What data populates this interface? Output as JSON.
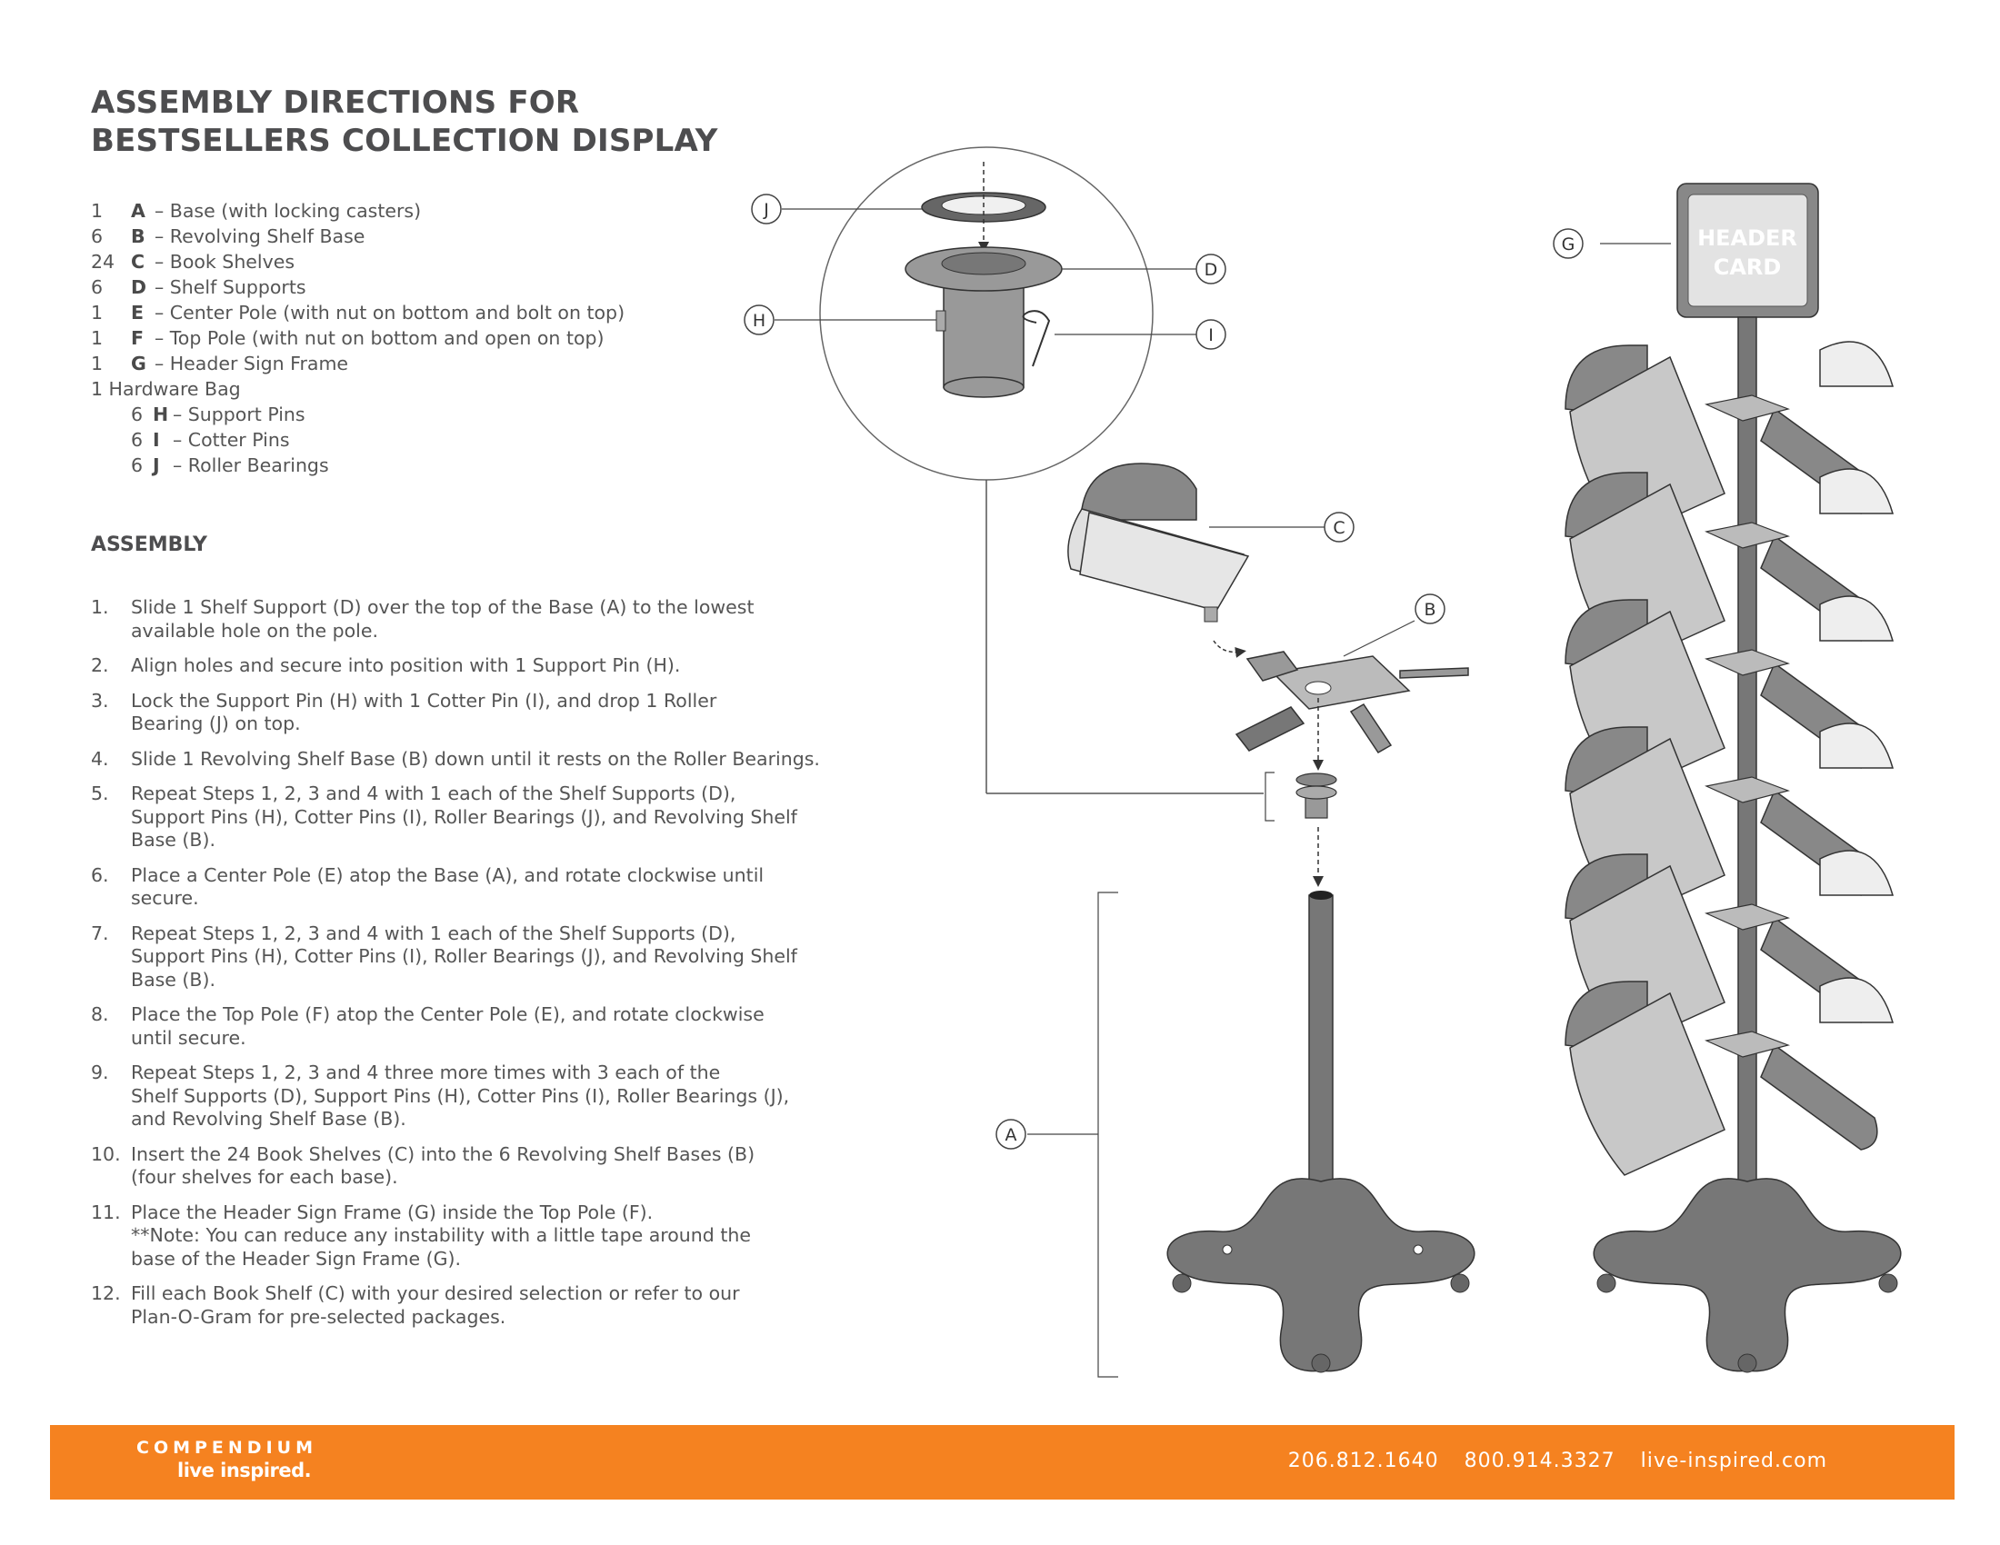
{
  "document": {
    "title_line1": "ASSEMBLY DIRECTIONS FOR",
    "title_line2": "BESTSELLERS COLLECTION DISPLAY"
  },
  "parts": [
    {
      "qty": "1",
      "code": "A",
      "desc": "– Base (with locking casters)"
    },
    {
      "qty": "6",
      "code": "B",
      "desc": "– Revolving Shelf Base"
    },
    {
      "qty": "24",
      "code": "C",
      "desc": "– Book Shelves"
    },
    {
      "qty": "6",
      "code": "D",
      "desc": "– Shelf Supports"
    },
    {
      "qty": "1",
      "code": "E",
      "desc": "– Center Pole (with nut on bottom and bolt on top)"
    },
    {
      "qty": "1",
      "code": "F",
      "desc": "– Top Pole (with nut on bottom and open on top)"
    },
    {
      "qty": "1",
      "code": "G",
      "desc": "– Header Sign Frame"
    }
  ],
  "hardware_bag": "1 Hardware Bag",
  "hardware": [
    {
      "qty": "6",
      "code": "H",
      "desc": "– Support Pins"
    },
    {
      "qty": "6",
      "code": "I",
      "desc": "– Cotter Pins"
    },
    {
      "qty": "6",
      "code": "J",
      "desc": "– Roller Bearings"
    }
  ],
  "assembly_heading": "ASSEMBLY",
  "steps": [
    {
      "num": "1.",
      "text": "Slide 1 Shelf Support (D) over the top of the Base (A) to the lowest\navailable hole on the pole."
    },
    {
      "num": "2.",
      "text": "Align holes and secure into position with 1 Support Pin (H)."
    },
    {
      "num": "3.",
      "text": "Lock the Support Pin (H) with 1 Cotter Pin (I), and drop 1 Roller\nBearing (J) on top."
    },
    {
      "num": "4.",
      "text": "Slide 1 Revolving Shelf Base (B) down until it rests on the Roller Bearings."
    },
    {
      "num": "5.",
      "text": "Repeat Steps 1, 2, 3 and 4 with 1 each of the Shelf Supports (D),\nSupport Pins (H), Cotter Pins (I), Roller Bearings (J), and Revolving Shelf\nBase (B)."
    },
    {
      "num": "6.",
      "text": "Place a Center Pole (E) atop the Base (A), and rotate clockwise until secure."
    },
    {
      "num": "7.",
      "text": "Repeat Steps 1, 2, 3 and 4 with 1 each of the Shelf Supports (D),\nSupport Pins (H), Cotter Pins (I), Roller Bearings (J), and Revolving Shelf\nBase (B)."
    },
    {
      "num": "8.",
      "text": "Place the Top Pole (F) atop the Center Pole (E), and rotate clockwise\nuntil secure."
    },
    {
      "num": "9.",
      "text": "Repeat Steps 1, 2, 3 and 4 three more times with 3 each of the\nShelf Supports (D), Support Pins (H), Cotter Pins (I), Roller Bearings (J),\nand Revolving Shelf Base (B)."
    },
    {
      "num": "10.",
      "text": "Insert the 24 Book Shelves (C) into the 6 Revolving Shelf Bases (B)\n(four shelves for each base)."
    },
    {
      "num": "11.",
      "text": "Place the Header Sign Frame (G) inside the Top Pole (F).\n**Note: You can reduce any instability with a little tape around the\nbase of the Header Sign Frame (G)."
    },
    {
      "num": "12.",
      "text": "Fill each Book Shelf (C) with your desired selection or refer to our\nPlan-O-Gram for pre-selected packages."
    }
  ],
  "diagram": {
    "labels": {
      "j": "J",
      "h": "H",
      "d": "D",
      "i": "I",
      "c": "C",
      "b": "B",
      "a": "A",
      "g": "G"
    },
    "header_card_line1": "HEADER",
    "header_card_line2": "CARD"
  },
  "footer": {
    "brand": "COMPENDIUM",
    "tagline": "live inspired.",
    "phone1": "206.812.1640",
    "phone2": "800.914.3327",
    "website": "live-inspired.com",
    "background_color": "#f58220"
  }
}
